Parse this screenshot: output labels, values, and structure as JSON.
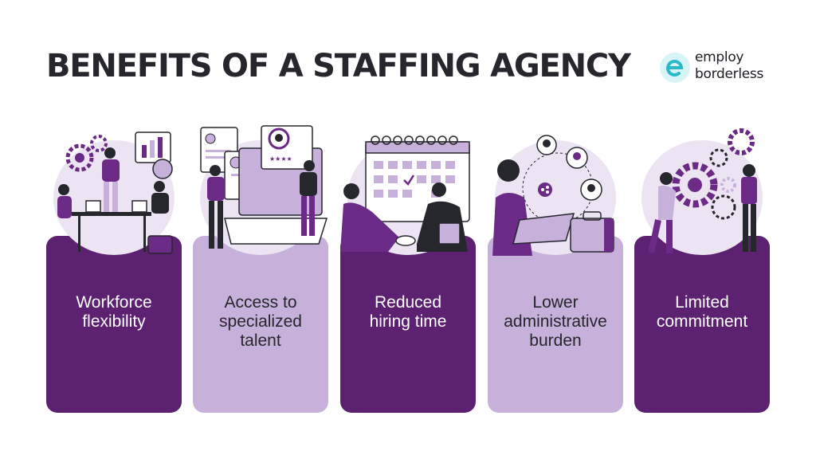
{
  "title": "BENEFITS OF A STAFFING AGENCY",
  "logo": {
    "line1": "employ",
    "line2": "borderless",
    "mark": "e-logo-icon",
    "mark_color": "#2bb8c9"
  },
  "colors": {
    "dark_panel": "#5c2170",
    "light_panel": "#c7b0d9",
    "accent": "#6b2a85",
    "illustration_bg": "#ece4f2"
  },
  "cards": [
    {
      "lines": [
        "Workforce",
        "flexibility"
      ],
      "theme": "dark",
      "icon": "team-workspace-illustration"
    },
    {
      "lines": [
        "Access to",
        "specialized",
        "talent"
      ],
      "theme": "light",
      "icon": "candidate-profiles-illustration"
    },
    {
      "lines": [
        "Reduced",
        "hiring time"
      ],
      "theme": "dark",
      "icon": "calendar-handshake-illustration"
    },
    {
      "lines": [
        "Lower",
        "administrative",
        "burden"
      ],
      "theme": "light",
      "icon": "network-briefcase-illustration"
    },
    {
      "lines": [
        "Limited",
        "commitment"
      ],
      "theme": "dark",
      "icon": "gears-people-illustration"
    }
  ]
}
